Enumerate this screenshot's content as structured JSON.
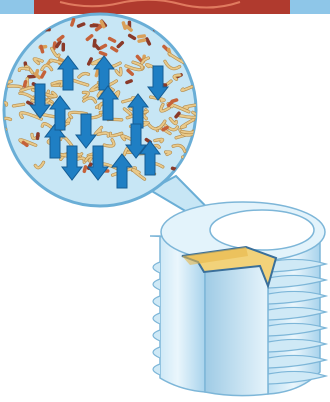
{
  "figure": {
    "top_banner": {
      "icon": "banner-strip-photo",
      "color": "#b03a2e",
      "edge_color": "#8ec6e8"
    },
    "magnified_view": {
      "icon": "magnifier-circle",
      "fill": "#c7e6f5",
      "stroke": "#6aaed6",
      "fibers_color": "#e8c98a",
      "bacteria_colors": [
        "#c5623a",
        "#8a3a2a",
        "#d9a05a"
      ],
      "flow_arrows": {
        "icon": "flow-arrow-icon",
        "color": "#1f7fc4",
        "directions": [
          "up",
          "down",
          "up",
          "down",
          "up",
          "down",
          "up",
          "up",
          "down",
          "up",
          "down",
          "up",
          "down",
          "up"
        ]
      }
    },
    "fitting": {
      "icon": "threaded-fitting-cutaway",
      "body_color": "#d3ecf8",
      "shade_color": "#9ccbe6",
      "filter_disc_color": "#f2d27a"
    }
  }
}
